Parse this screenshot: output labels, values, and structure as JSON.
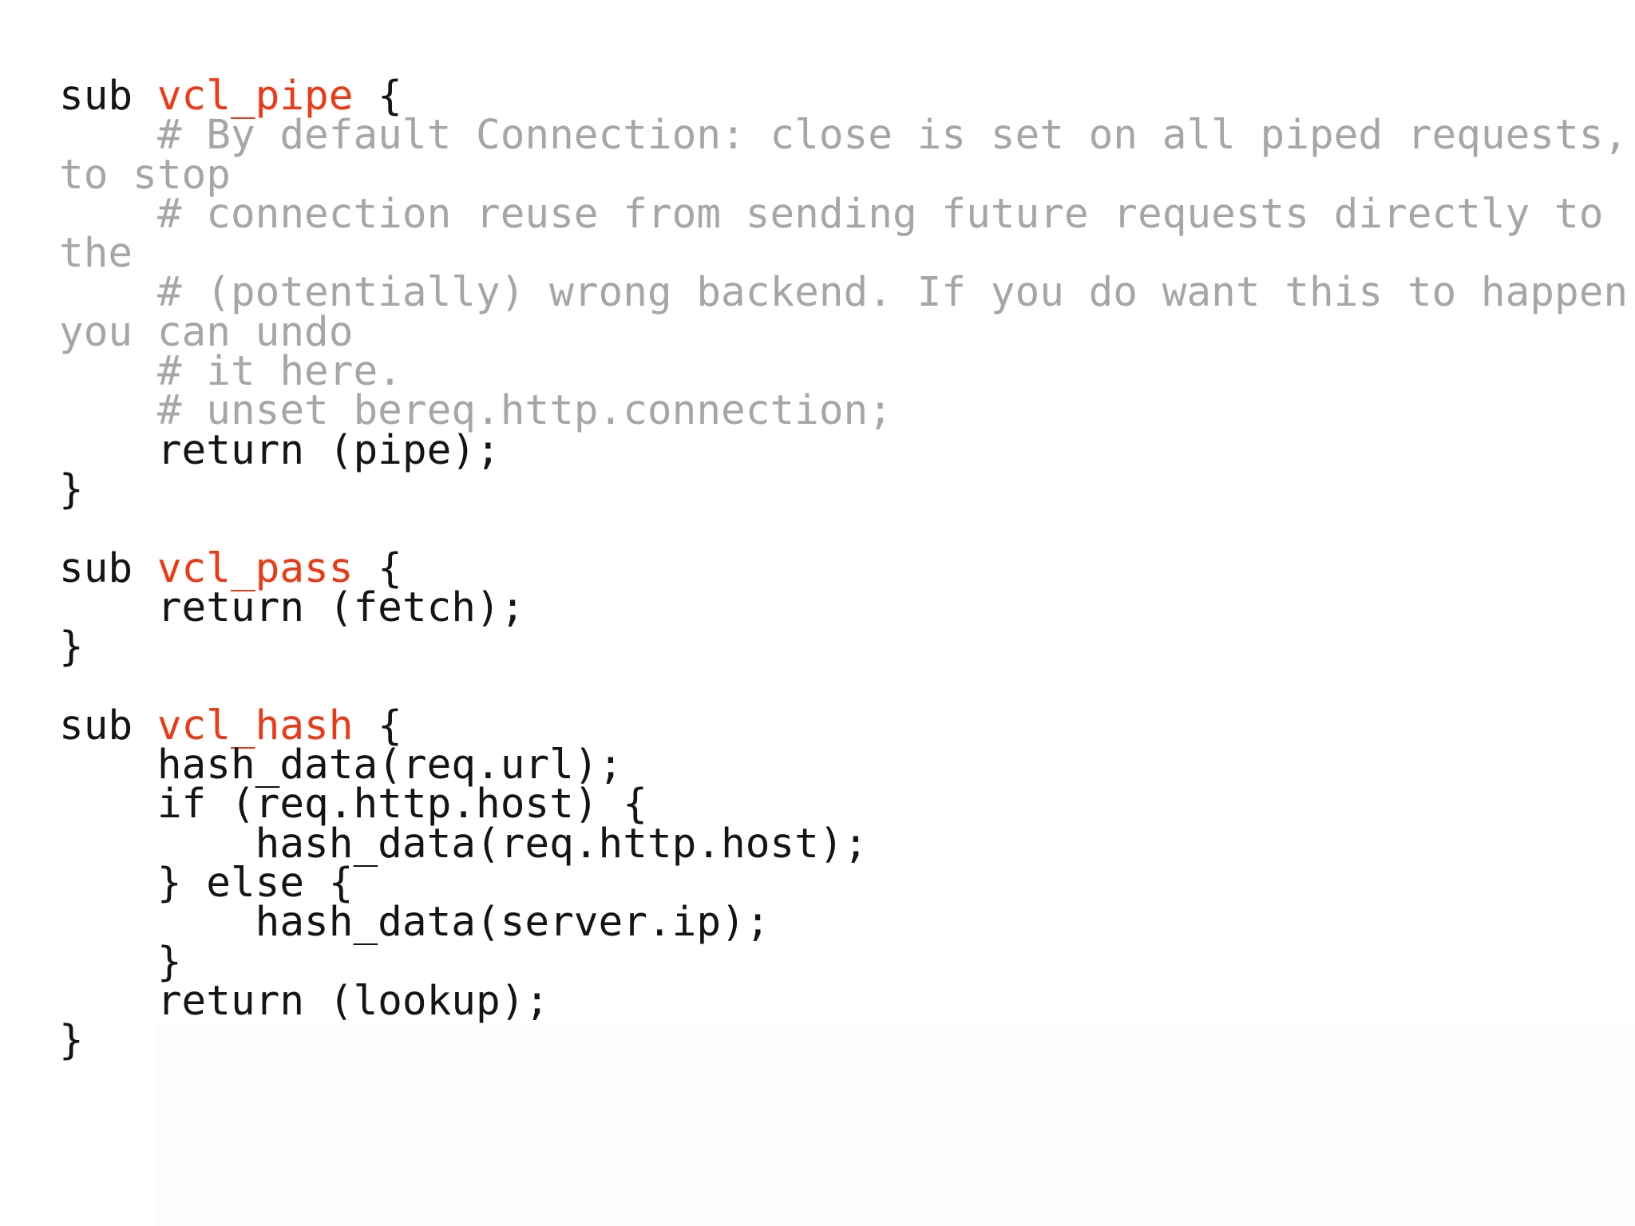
{
  "colors": {
    "background": "#ffffff",
    "plain": "#141414",
    "subroutine": "#ee3914",
    "comment": "#a6a6a6",
    "shade": "#fdfdfd"
  },
  "code": {
    "lines": [
      {
        "segments": [
          {
            "t": "sub ",
            "c": "plain"
          },
          {
            "t": "vcl_pipe",
            "c": "subroutine"
          },
          {
            "t": " {",
            "c": "plain"
          }
        ]
      },
      {
        "segments": [
          {
            "t": "    # By default Connection: close is set on all piped requests, to stop",
            "c": "comment"
          }
        ]
      },
      {
        "segments": [
          {
            "t": "    # connection reuse from sending future requests directly to the",
            "c": "comment"
          }
        ]
      },
      {
        "segments": [
          {
            "t": "    # (potentially) wrong backend. If you do want this to happen you can undo",
            "c": "comment"
          }
        ]
      },
      {
        "segments": [
          {
            "t": "    # it here.",
            "c": "comment"
          }
        ]
      },
      {
        "segments": [
          {
            "t": "    # unset bereq.http.connection;",
            "c": "comment"
          }
        ]
      },
      {
        "segments": [
          {
            "t": "    return (pipe);",
            "c": "plain"
          }
        ]
      },
      {
        "segments": [
          {
            "t": "}",
            "c": "plain"
          }
        ]
      },
      {
        "segments": []
      },
      {
        "segments": [
          {
            "t": "sub ",
            "c": "plain"
          },
          {
            "t": "vcl_pass",
            "c": "subroutine"
          },
          {
            "t": " {",
            "c": "plain"
          }
        ]
      },
      {
        "segments": [
          {
            "t": "    return (fetch);",
            "c": "plain"
          }
        ]
      },
      {
        "segments": [
          {
            "t": "}",
            "c": "plain"
          }
        ]
      },
      {
        "segments": []
      },
      {
        "segments": [
          {
            "t": "sub ",
            "c": "plain"
          },
          {
            "t": "vcl_hash",
            "c": "subroutine"
          },
          {
            "t": " {",
            "c": "plain"
          }
        ]
      },
      {
        "segments": [
          {
            "t": "    hash_data(req.url);",
            "c": "plain"
          }
        ]
      },
      {
        "segments": [
          {
            "t": "    if (req.http.host) {",
            "c": "plain"
          }
        ]
      },
      {
        "segments": [
          {
            "t": "        hash_data(req.http.host);",
            "c": "plain"
          }
        ]
      },
      {
        "segments": [
          {
            "t": "    } else {",
            "c": "plain"
          }
        ]
      },
      {
        "segments": [
          {
            "t": "        hash_data(server.ip);",
            "c": "plain"
          }
        ]
      },
      {
        "segments": [
          {
            "t": "    }",
            "c": "plain"
          }
        ]
      },
      {
        "segments": [
          {
            "t": "    return (lookup);",
            "c": "plain"
          }
        ]
      },
      {
        "segments": [
          {
            "t": "}",
            "c": "plain"
          }
        ]
      }
    ]
  }
}
